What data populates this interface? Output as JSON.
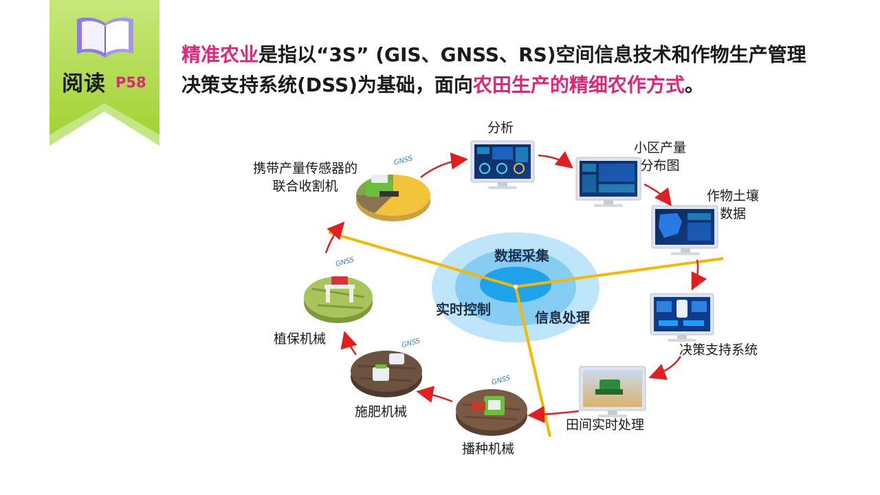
{
  "badge": {
    "label": "阅读",
    "page": "P58"
  },
  "headline": {
    "line1": [
      {
        "text": "精准农业",
        "highlight": true
      },
      {
        "text": "是指以“3S” (GIS、GNSS、RS)空间信息技术和作物生产管理",
        "highlight": false
      }
    ],
    "line2": [
      {
        "text": "决策支持系统(DSS)为基础，面向",
        "highlight": false
      },
      {
        "text": "农田生产的精细农作方式",
        "highlight": true
      },
      {
        "text": "。",
        "highlight": false
      }
    ]
  },
  "center": {
    "data_collection": "数据采集",
    "realtime_control": "实时控制",
    "info_processing": "信息处理"
  },
  "nodes": {
    "analysis": "分析",
    "yield_map_1": "小区产量",
    "yield_map_2": "分布图",
    "crop_soil_1": "作物土壤",
    "crop_soil_2": "数据",
    "dss": "决策支持系统",
    "field_realtime": "田间实时处理",
    "seeding": "播种机械",
    "fertilizing": "施肥机械",
    "plant_protection": "植保机械",
    "harvester_1": "携带产量传感器的",
    "harvester_2": "联合收割机"
  },
  "gnss_label": "GNSS",
  "colors": {
    "accent": "#e0247a",
    "arrow": "#e02020",
    "divider": "#f5b800",
    "badge_green": "#a8d63a"
  }
}
